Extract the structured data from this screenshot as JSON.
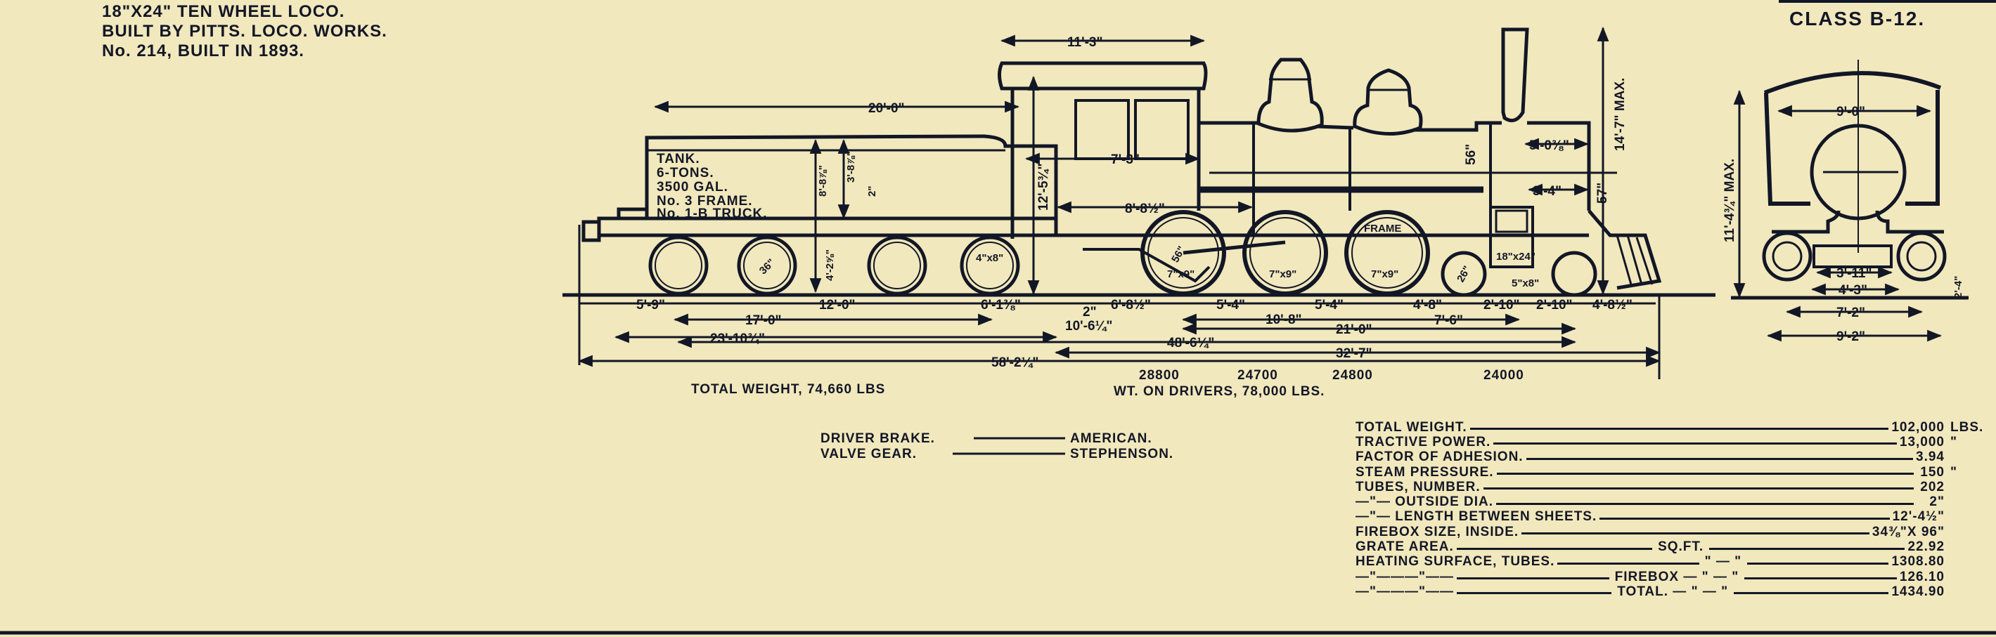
{
  "header": {
    "line1": "18\"X24\" TEN WHEEL LOCO.",
    "line2": "BUILT BY PITTS. LOCO. WORKS.",
    "line3": "No. 214, BUILT IN 1893.",
    "class_label": "CLASS B-12."
  },
  "tender": {
    "labels": [
      "TANK.",
      "6-TONS.",
      "3500 GAL.",
      "No. 3 FRAME.",
      "No. 1-B TRUCK."
    ],
    "wheel_dia": "36\"",
    "journal": "4\"x8\""
  },
  "dims": {
    "tender_length": "20'-0\"",
    "cab_roof": "11'-3\"",
    "max_height": "14'-7\" MAX.",
    "cab_height": "12'-5¾\"",
    "cab_length": "7'-3\"",
    "firebox_len": "8'-8½\"",
    "tank_h1": "8'-8⅞\"",
    "tank_h2": "3'-8⅞\"",
    "tank_h3": "2\"",
    "frame_h": "4'-2⅝\"",
    "smokebox": "5'-0⅜\"",
    "smokebox_h": "3'-4\"",
    "boiler_dia": "56\"",
    "smokebox_dia": "57\"",
    "driver_dia": "56\"",
    "driver_journal": "7\"x9\"",
    "truck_dia": "26\"",
    "cylinder": "18\"x24\"",
    "truck_journal": "5\"x8\"",
    "frame_label": "FRAME",
    "row1": [
      "5'-9\"",
      "12'-0\"",
      "6'-1⅜\"",
      "2\"",
      "6'-8½\"",
      "5'-4\"",
      "5'-4\"",
      "4'-8\"",
      "2'-10\"",
      "2'-10\"",
      "4'-8½\""
    ],
    "tender_wb": "17'-0\"",
    "gap": "10'-6¼\"",
    "driver_wb": "10'-8\"",
    "truck_dist": "7'-6\"",
    "engine_wb": "21'-0\"",
    "tender_total": "23'-10¾\"",
    "total_wb": "48'-6¼\"",
    "engine_len": "32'-7\"",
    "overall": "58'-2¼\""
  },
  "weights": {
    "axles": [
      "28800",
      "24700",
      "24800",
      "24000"
    ],
    "on_drivers": "WT. ON DRIVERS, 78,000 LBS.",
    "tender_total": "TOTAL WEIGHT, 74,660 LBS"
  },
  "equipment": [
    {
      "label": "DRIVER BRAKE.",
      "value": "AMERICAN."
    },
    {
      "label": "VALVE GEAR.",
      "value": "STEPHENSON."
    }
  ],
  "end_view": {
    "cab_width": "9'-0\"",
    "height": "11'-4¾\" MAX.",
    "d1": "3'-11\"",
    "d2": "4'-3\"",
    "gauge": "7'-2\"",
    "width": "9'-2\"",
    "side": "2'-4\""
  },
  "specs": [
    {
      "label": "TOTAL WEIGHT.",
      "mid": "",
      "value": "102,000",
      "unit": "LBS."
    },
    {
      "label": "TRACTIVE POWER.",
      "mid": "",
      "value": "13,000",
      "unit": "\""
    },
    {
      "label": "FACTOR OF ADHESION.",
      "mid": "",
      "value": "3.94",
      "unit": ""
    },
    {
      "label": "STEAM PRESSURE.",
      "mid": "",
      "value": "150",
      "unit": "\""
    },
    {
      "label": "TUBES, NUMBER.",
      "mid": "",
      "value": "202",
      "unit": ""
    },
    {
      "label": "—\"— OUTSIDE DIA.",
      "mid": "",
      "value": "2\"",
      "unit": ""
    },
    {
      "label": "—\"— LENGTH BETWEEN SHEETS.",
      "mid": "",
      "value": "12'-4½\"",
      "unit": ""
    },
    {
      "label": "FIREBOX SIZE, INSIDE.",
      "mid": "",
      "value": "34⅜\"X 96\"",
      "unit": ""
    },
    {
      "label": "GRATE AREA.",
      "mid": "SQ.FT.",
      "value": "22.92",
      "unit": ""
    },
    {
      "label": "HEATING SURFACE, TUBES.",
      "mid": "\" — \"",
      "value": "1308.80",
      "unit": ""
    },
    {
      "label": "—\"———\"——",
      "mid": "FIREBOX — \" — \"",
      "value": "126.10",
      "unit": ""
    },
    {
      "label": "—\"———\"——",
      "mid": "TOTAL. — \" — \"",
      "value": "1434.90",
      "unit": ""
    }
  ],
  "colors": {
    "paper": "#f2e8bd",
    "ink": "#121726"
  }
}
